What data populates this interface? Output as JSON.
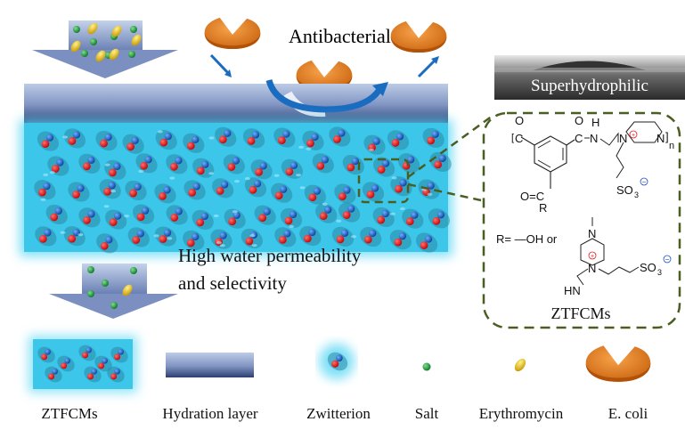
{
  "labels": {
    "antibacterial": "Antibacterial",
    "superhydrophilic": "Superhydrophilic",
    "high_water_line1": "High water permeability",
    "high_water_line2": "and selectivity"
  },
  "structure": {
    "title": "ZTFCMs",
    "o1": "O",
    "c1": "C",
    "o2": "O",
    "c2": "C",
    "h": "H",
    "n_amide": "N",
    "n_plus": "N",
    "n_ring": "N",
    "repeat": "n",
    "so3_1": "SO",
    "so3_1_sub": "3",
    "o3": "O=C",
    "r": "R",
    "r_def": "R= —OH  or",
    "n_top": "N",
    "n_plus2": "N",
    "hn": "HN",
    "so3_2": "SO",
    "so3_2_sub": "3",
    "plus": "+",
    "minus": "−"
  },
  "legend": [
    {
      "icon": "ztfcm-membrane-icon",
      "label": "ZTFCMs"
    },
    {
      "icon": "hydration-layer-icon",
      "label": "Hydration layer"
    },
    {
      "icon": "zwitterion-icon",
      "label": "Zwitterion"
    },
    {
      "icon": "salt-icon",
      "label": "Salt"
    },
    {
      "icon": "erythromycin-icon",
      "label": "Erythromycin"
    },
    {
      "icon": "e-coli-icon",
      "label": "E. coli"
    }
  ],
  "colors": {
    "membrane": "#3cc6ea",
    "hydration_top": "#b9c8e4",
    "hydration_bottom": "#2d3f72",
    "ecoli": "#e8801f",
    "arrow": "#1a6cc0",
    "dash": "#4b5e22",
    "salt": "#1f9a3a",
    "erythromycin": "#e8c21a",
    "zw_positive": "#e21a1a",
    "zw_negative": "#1a5cd0"
  }
}
